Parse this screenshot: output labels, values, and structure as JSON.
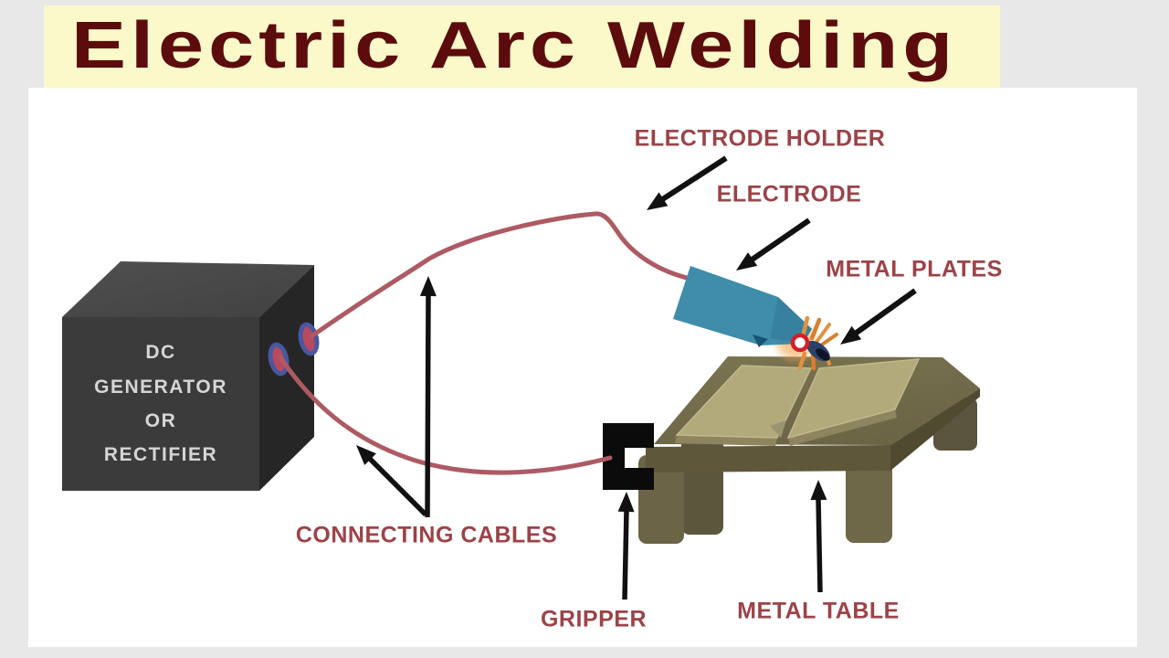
{
  "title": {
    "text": "Electric Arc Welding"
  },
  "generator": {
    "label": "DC\nGENERATOR\nOR\nRECTIFIER"
  },
  "labels": {
    "electrode_holder": "ELECTRODE HOLDER",
    "electrode": "ELECTRODE",
    "metal_plates": "METAL PLATES",
    "connecting_cables": "CONNECTING CABLES",
    "gripper": "GRIPPER",
    "metal_table": "METAL TABLE"
  },
  "colors": {
    "page_background": "#e8e8e8",
    "content_background": "#ffffff",
    "banner_background": "#fbf9c9",
    "title_text": "#5c0c0c",
    "label_text": "#9c4347",
    "cable": "#ad5a63",
    "electrode_holder": "#3f8cab",
    "generator_front": "#3b3b3b",
    "table_top": "#6f6849",
    "metal_plate": "#b2aa7b",
    "arc_ring": "#d21f28",
    "spark": "#e0913f",
    "arrow": "#111111"
  }
}
